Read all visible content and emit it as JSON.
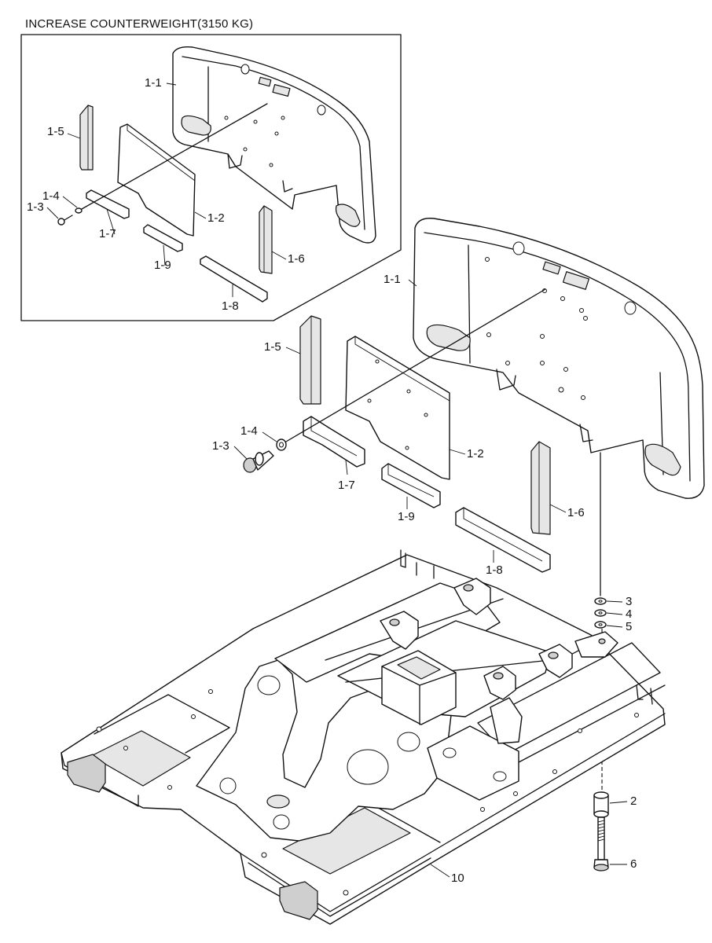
{
  "title": "INCREASE COUNTERWEIGHT(3150 KG)",
  "inset": {
    "labels": [
      "1-1",
      "1-2",
      "1-3",
      "1-4",
      "1-5",
      "1-6",
      "1-7",
      "1-8",
      "1-9"
    ]
  },
  "main": {
    "labels": [
      "1-1",
      "1-2",
      "1-3",
      "1-4",
      "1-5",
      "1-6",
      "1-7",
      "1-8",
      "1-9",
      "2",
      "3",
      "4",
      "5",
      "6",
      "10"
    ]
  }
}
